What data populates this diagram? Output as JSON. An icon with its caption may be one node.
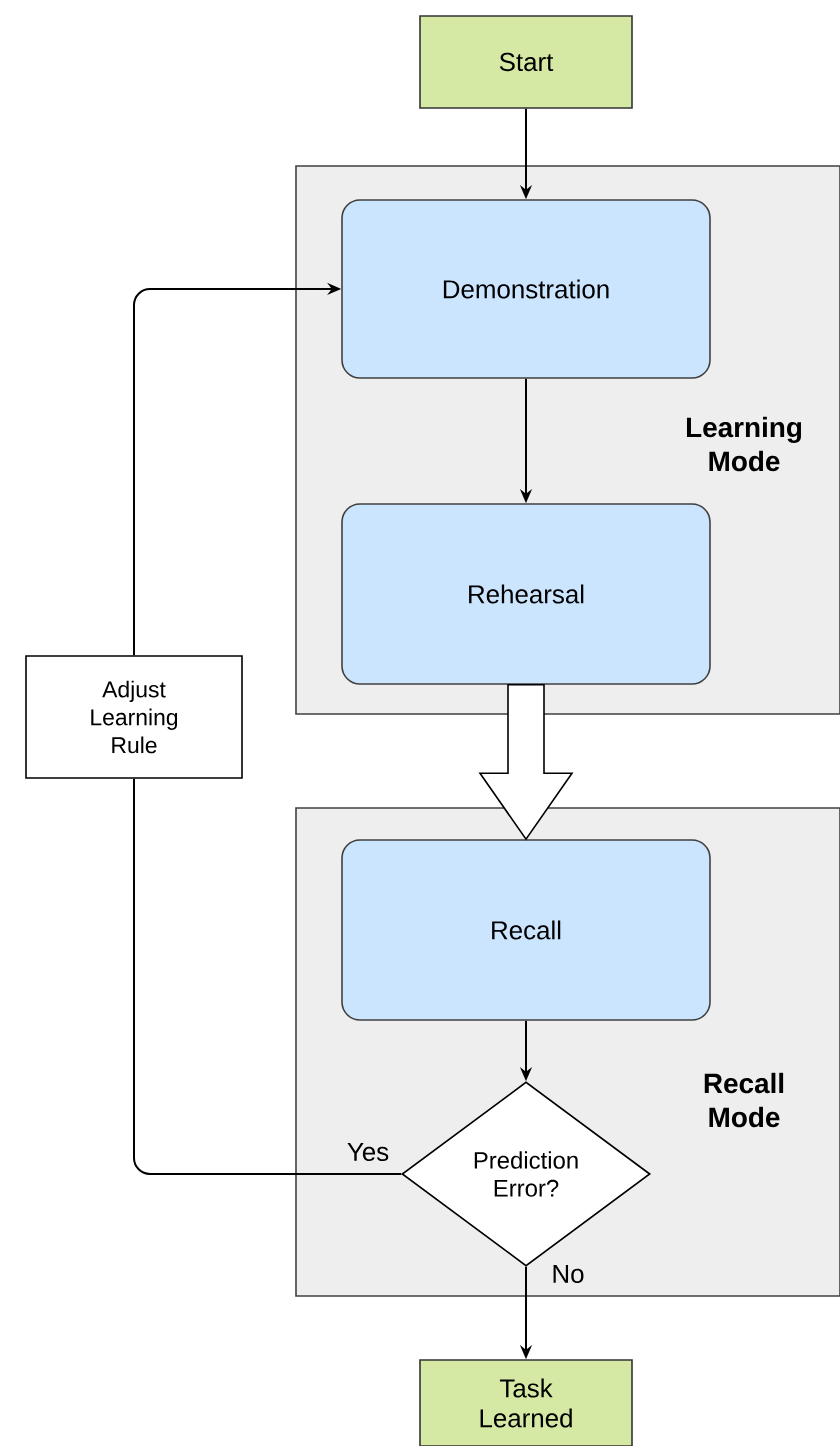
{
  "diagram": {
    "nodes": [
      {
        "text": [
          "Start"
        ]
      },
      {
        "text": [
          "Learning Mode"
        ]
      },
      {
        "text": [
          "Demonstration"
        ],
        "in": 1
      },
      {
        "text": [
          "Rehearsal"
        ],
        "in": 1
      },
      {
        "text": [
          "Recall Mode"
        ]
      },
      {
        "text": [
          "Recall"
        ],
        "in": 4
      },
      {
        "text": [
          "Prediction Error?"
        ],
        "in": 4
      },
      {
        "text": [
          "Adjust Learning Rule"
        ]
      },
      {
        "text": [
          "Task Learned"
        ]
      }
    ],
    "edges": [
      {
        "from": 0,
        "to": 2,
        "arrow": "to"
      },
      {
        "from": 2,
        "to": 3,
        "arrow": "to"
      },
      {
        "from": 3,
        "to": 5,
        "arrow": "to",
        "style": "thick"
      },
      {
        "from": 5,
        "to": 6,
        "arrow": "to"
      },
      {
        "from": 6,
        "to": 7,
        "arrow": "none",
        "label": "Yes"
      },
      {
        "from": 7,
        "to": 2,
        "arrow": "to"
      },
      {
        "from": 6,
        "to": 8,
        "arrow": "to",
        "label": "No"
      }
    ]
  }
}
